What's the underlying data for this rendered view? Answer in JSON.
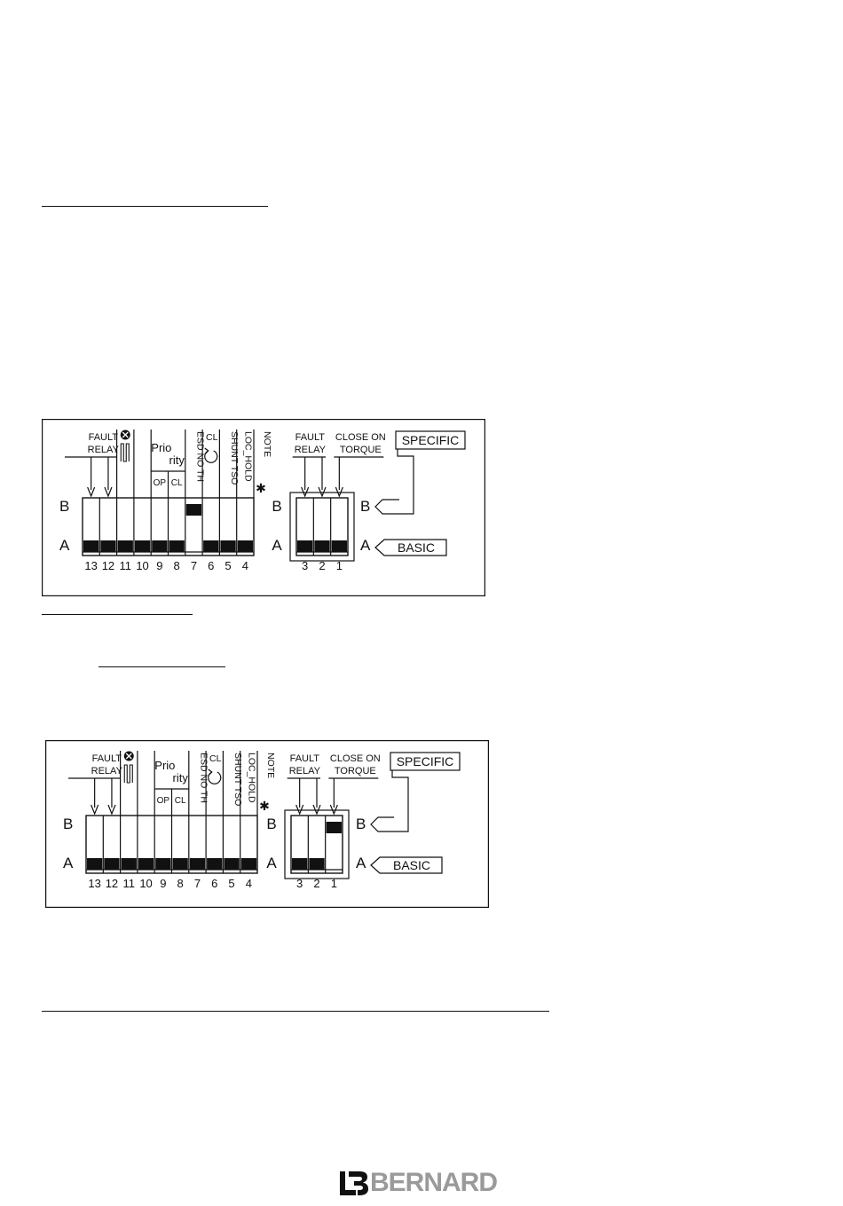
{
  "labels": {
    "fault_relay_1": "FAULT",
    "fault_relay_2": "RELAY",
    "close_on_1": "CLOSE ON",
    "close_on_2": "TORQUE",
    "prio_1": "Prio",
    "prio_2": "rity",
    "op": "OP",
    "cl_small": "CL",
    "cl_rot": "CL",
    "esd": "ESD NO TH",
    "shunt": "SHUNT TSO",
    "loc_hold": "LOC_HOLD",
    "note": "NOTE",
    "asterisk": "✱",
    "row_b": "B",
    "row_a": "A",
    "specific": "SPECIFIC",
    "basic": "BASIC"
  },
  "switch_numbers_main": [
    "13",
    "12",
    "11",
    "10",
    "9",
    "8",
    "7",
    "6",
    "5",
    "4"
  ],
  "switch_numbers_small": [
    "3",
    "2",
    "1"
  ],
  "diagrams": [
    {
      "main_positions": [
        "A",
        "A",
        "A",
        "A",
        "A",
        "A",
        "B",
        "A",
        "A",
        "A"
      ],
      "small_positions": [
        "A",
        "A",
        "A"
      ]
    },
    {
      "main_positions": [
        "A",
        "A",
        "A",
        "A",
        "A",
        "A",
        "A",
        "A",
        "A",
        "A"
      ],
      "small_positions": [
        "A",
        "A",
        "B"
      ]
    }
  ],
  "logo": {
    "text": "BERNARD",
    "mark": "LB"
  }
}
